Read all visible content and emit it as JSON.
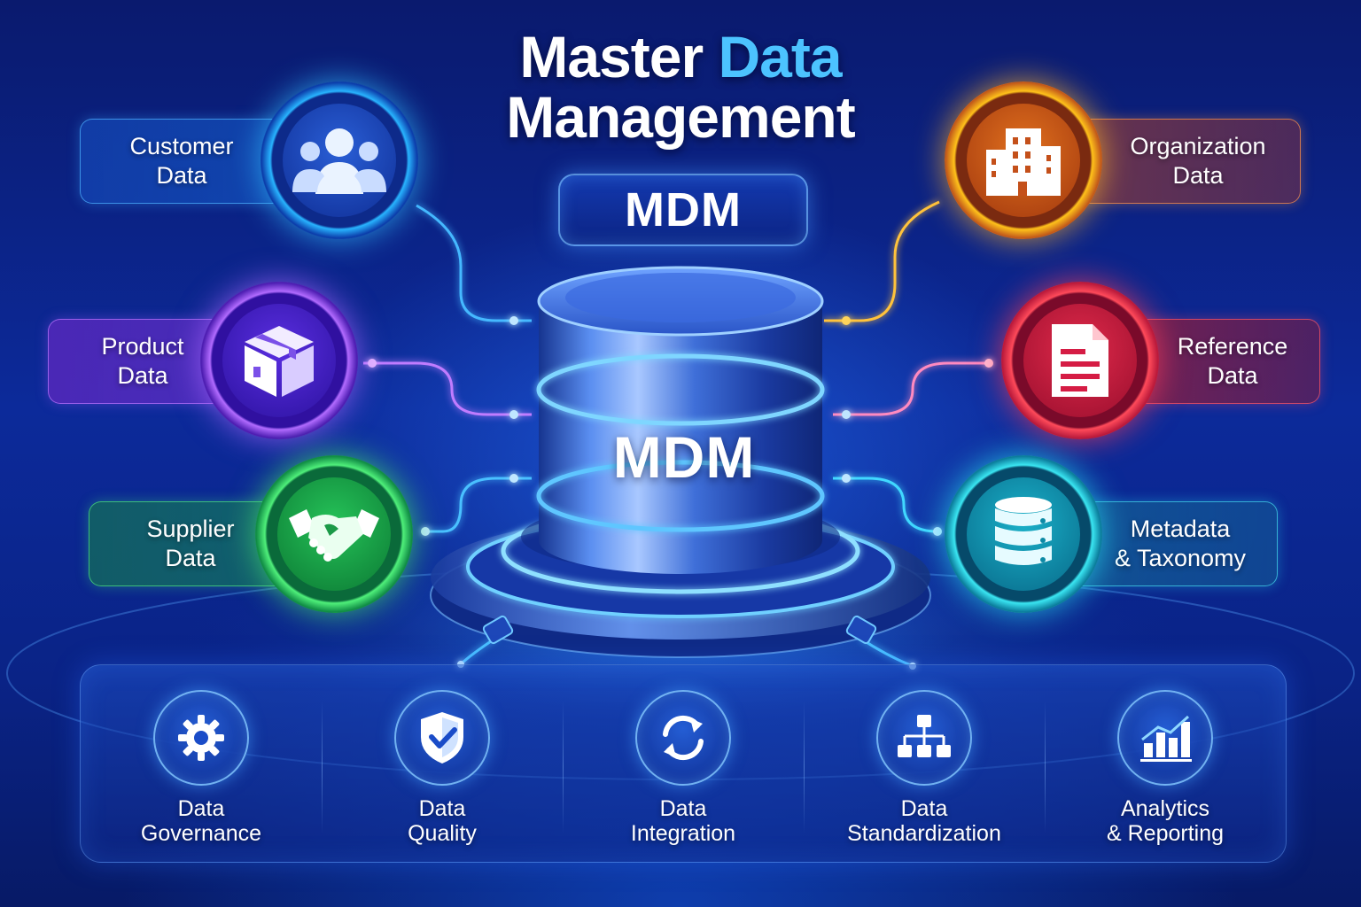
{
  "title": {
    "line1_part1": "Master",
    "line1_part2": "Data",
    "line2": "Management"
  },
  "badge_label": "MDM",
  "hub_label": "MDM",
  "accent_color": "#4cc3ff",
  "left_categories": [
    {
      "line1": "Customer",
      "line2": "Data",
      "icon": "users-icon",
      "color": "#2fb8ff"
    },
    {
      "line1": "Product",
      "line2": "Data",
      "icon": "box-icon",
      "color": "#a55bff"
    },
    {
      "line1": "Supplier",
      "line2": "Data",
      "icon": "handshake-icon",
      "color": "#37d35c"
    }
  ],
  "right_categories": [
    {
      "line1": "Organization",
      "line2": "Data",
      "icon": "building-icon",
      "color": "#ff9a1f"
    },
    {
      "line1": "Reference",
      "line2": "Data",
      "icon": "document-icon",
      "color": "#ff3a55"
    },
    {
      "line1": "Metadata",
      "line2": "& Taxonomy",
      "icon": "database-icon",
      "color": "#22d8e6"
    }
  ],
  "capabilities": [
    {
      "line1": "Data",
      "line2": "Governance",
      "icon": "gear-icon"
    },
    {
      "line1": "Data",
      "line2": "Quality",
      "icon": "shield-check-icon"
    },
    {
      "line1": "Data",
      "line2": "Integration",
      "icon": "sync-icon"
    },
    {
      "line1": "Data",
      "line2": "Standardization",
      "icon": "hierarchy-icon"
    },
    {
      "line1": "Analytics",
      "line2": "& Reporting",
      "icon": "bar-chart-icon"
    }
  ]
}
